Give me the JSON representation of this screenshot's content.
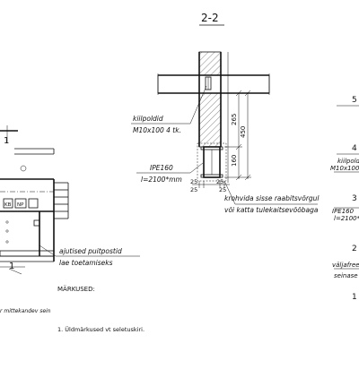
{
  "section": {
    "title": "2-2"
  },
  "labels": {
    "kiilpoldid_1": "kiilpoldid",
    "kiilpoldid_2": "M10x100 4 tk.",
    "ipe_1": "IPE160",
    "ipe_2": "l=2100*mm",
    "krohv_1": "krohvida sisse raabitsvõrgul",
    "krohv_2": "või katta tulekaitsevõõbaga",
    "ajutised_1": "ajutised puitpostid",
    "ajutised_2": "lae toetamiseks",
    "left_bottom": "r mittekandev sein",
    "kb": "KB",
    "np": "NP"
  },
  "dimensions": {
    "d265": "265",
    "d450": "450",
    "d160": "160",
    "d25a": "25",
    "d25b": "25",
    "d25c": "25",
    "d25d": "25"
  },
  "markers": {
    "m1_left": "1",
    "m1_mid": "1"
  },
  "notes": {
    "heading": "MÄRKUSED:",
    "item1": "1.  Üldmärkused vt seletuskiri."
  },
  "right_edge": {
    "r5": "5",
    "r4": "4",
    "kiilpold": "kiilpold",
    "m10": "M10x100",
    "r3": "3",
    "ipe160": "IPE160",
    "l2100": "l=2100*",
    "r2": "2",
    "valjafrees": "väljafrees",
    "seinase": "seinase",
    "r1": "1"
  }
}
